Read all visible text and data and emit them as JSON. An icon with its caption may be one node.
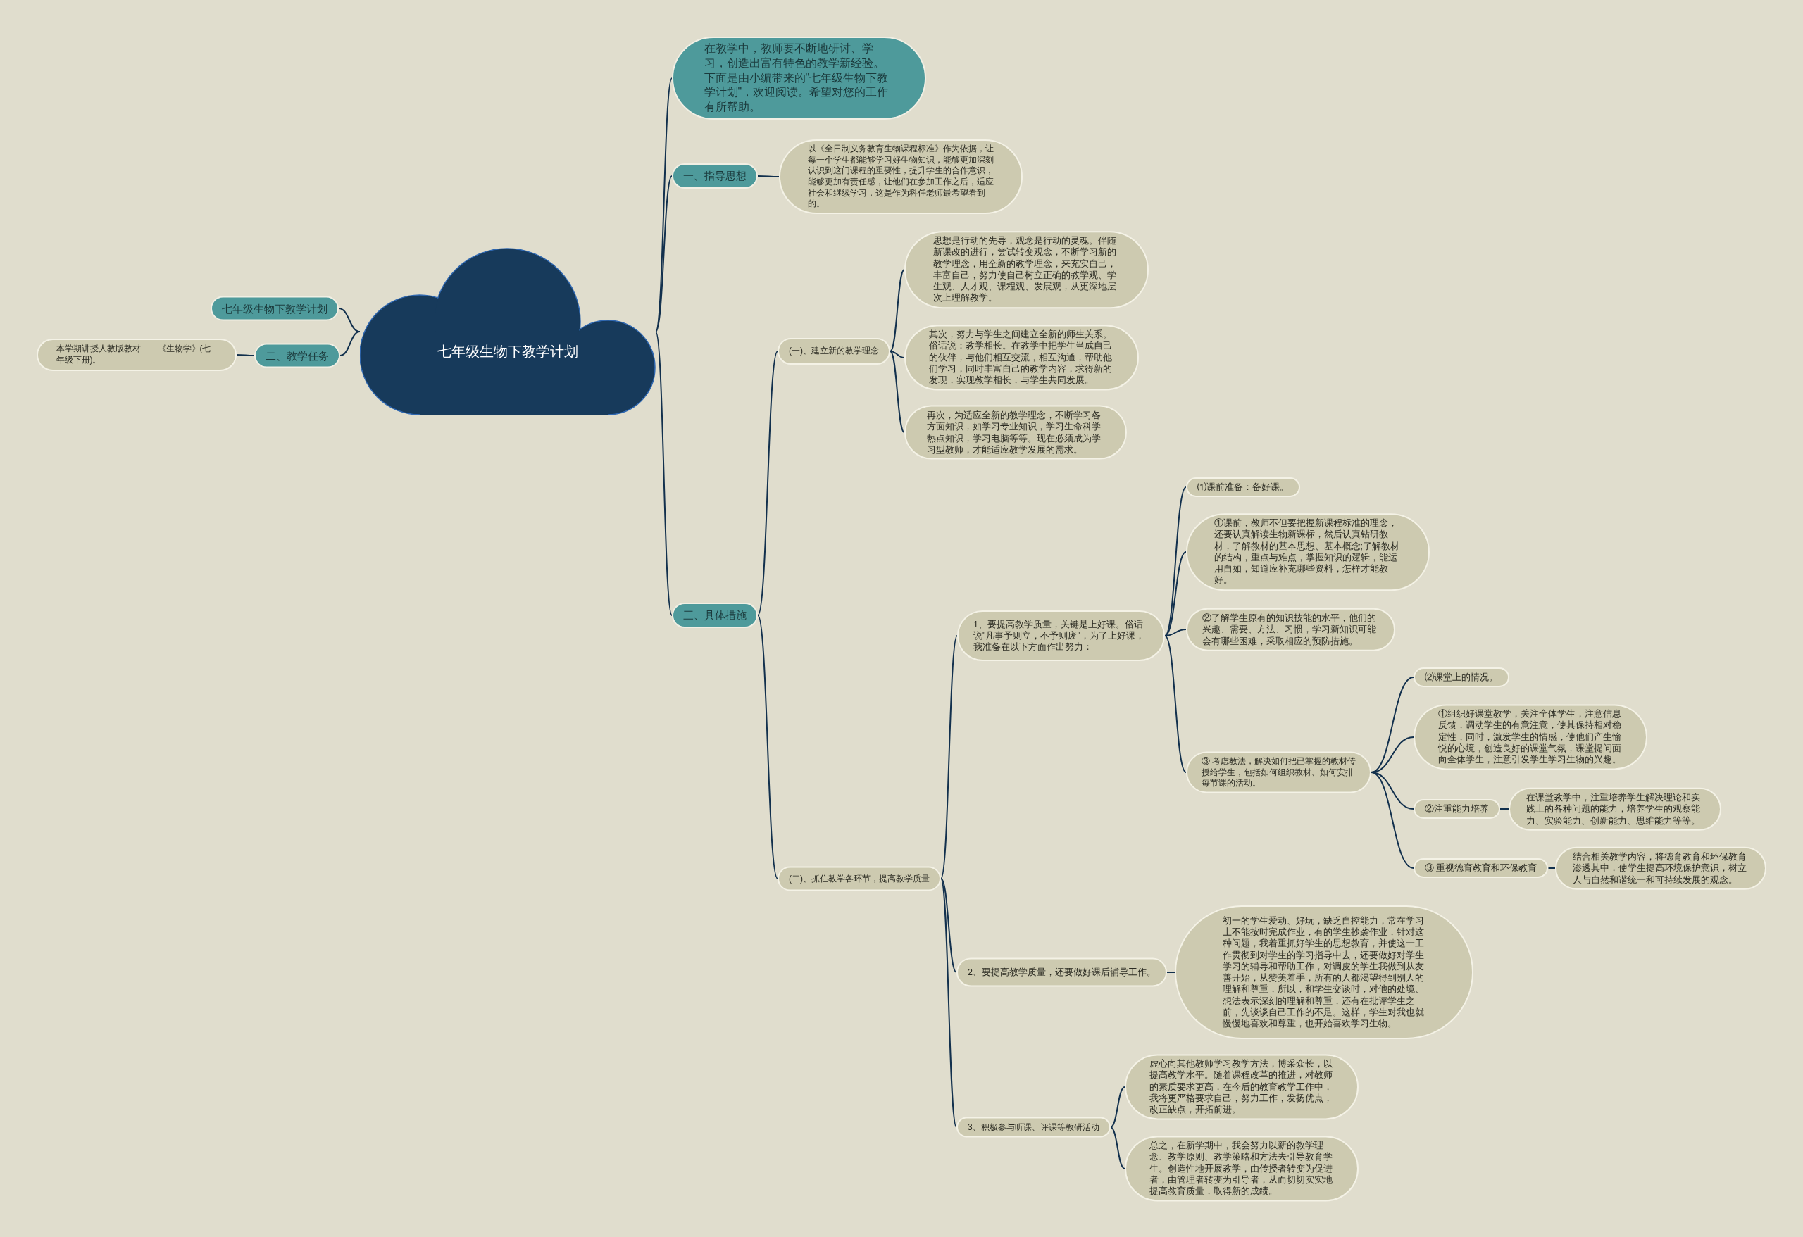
{
  "diagram": {
    "nodes": [
      {
        "text": [
          "七年级生物下教学计划"
        ]
      },
      {
        "text": [
          "七年级生物下教学计划"
        ]
      },
      {
        "text": [
          "二、教学任务"
        ]
      },
      {
        "text": [
          "本学期讲授人教版教材——《生物学》(七年级下册)。"
        ]
      },
      {
        "text": [
          "在教学中，教师要不断地研讨、学习，创造出富有特色的教学新经验。下面是由小编带来的\"七年级生物下教学计划\"，欢迎阅读。希望对您的工作有所帮助。"
        ]
      },
      {
        "text": [
          "一、指导思想"
        ]
      },
      {
        "text": [
          "以《全日制义务教育生物课程标准》作为依据，让每一个学生都能够学习好生物知识，能够更加深刻认识到这门课程的重要性，提升学生的合作意识，能够更加有责任感，让他们在参加工作之后，适应社会和继续学习，这是作为科任老师最希望看到的。"
        ]
      },
      {
        "text": [
          "三、具体措施"
        ]
      },
      {
        "text": [
          "(一)、建立新的教学理念"
        ]
      },
      {
        "text": [
          "思想是行动的先导，观念是行动的灵魂。伴随新课改的进行，尝试转变观念，不断学习新的教学理念，用全新的教学理念，来充实自己，丰富自己，努力使自己树立正确的教学观、学生观、人才观、课程观、发展观，从更深地层次上理解教学。"
        ]
      },
      {
        "text": [
          "其次，努力与学生之间建立全新的师生关系。俗话说：教学相长。在教学中把学生当成自己的伙伴，与他们相互交流，相互沟通，帮助他们学习，同时丰富自己的教学内容，求得新的发现，实现教学相长，与学生共同发展。"
        ]
      },
      {
        "text": [
          "再次，为适应全新的教学理念，不断学习各方面知识，如学习专业知识，学习生命科学热点知识，学习电脑等等。现在必须成为学习型教师，才能适应教学发展的需求。"
        ]
      },
      {
        "text": [
          "(二)、抓住教学各环节，提高教学质量"
        ]
      },
      {
        "text": [
          "1、要提高教学质量，关键是上好课。俗话说\"凡事予则立，不予则废\"，为了上好课，我准备在以下方面作出努力："
        ]
      },
      {
        "text": [
          "⑴课前准备：备好课。"
        ]
      },
      {
        "text": [
          "①课前，教师不但要把握新课程标准的理念，还要认真解读生物新课标，然后认真钻研教材，了解教材的基本思想、基本概念;了解教材的结构，重点与难点，掌握知识的逻辑，能运用自如，知道应补充哪些资料，怎样才能教好。"
        ]
      },
      {
        "text": [
          "②了解学生原有的知识技能的水平，他们的兴趣、需要、方法、习惯，学习新知识可能会有哪些困难，采取相应的预防措施。"
        ]
      },
      {
        "text": [
          "③ 考虑教法，解决如何把已掌握的教材传授给学生，包括如何组织教材、如何安排每节课的活动。"
        ]
      },
      {
        "text": [
          "⑵课堂上的情况。"
        ]
      },
      {
        "text": [
          "①组织好课堂教学，关注全体学生，注意信息反馈，调动学生的有意注意，使其保持相对稳定性，同时，激发学生的情感，使他们产生愉悦的心境，创造良好的课堂气氛，课堂提问面向全体学生，注意引发学生学习生物的兴趣。"
        ]
      },
      {
        "text": [
          "②注重能力培养"
        ]
      },
      {
        "text": [
          "在课堂教学中，注重培养学生解决理论和实践上的各种问题的能力，培养学生的观察能力、实验能力、创新能力、思维能力等等。"
        ]
      },
      {
        "text": [
          "③ 重视德育教育和环保教育"
        ]
      },
      {
        "text": [
          "结合相关教学内容，将德育教育和环保教育渗透其中，使学生提高环境保护意识，树立人与自然和谐统一和可持续发展的观念。"
        ]
      },
      {
        "text": [
          "2、要提高教学质量，还要做好课后辅导工作。"
        ]
      },
      {
        "text": [
          "初一的学生爱动、好玩，缺乏自控能力，常在学习上不能按时完成作业，有的学生抄袭作业，针对这种问题，我着重抓好学生的思想教育，并使这一工作贯彻到对学生的学习指导中去，还要做好对学生学习的辅导和帮助工作，对调皮的学生我做到从友善开始，从赞美着手，所有的人都渴望得到别人的理解和尊重，所以，和学生交谈时，对他的处境、想法表示深刻的理解和尊重，还有在批评学生之前，先谈谈自己工作的不足。这样，学生对我也就慢慢地喜欢和尊重，也开始喜欢学习生物。"
        ]
      },
      {
        "text": [
          "3、积极参与听课、评课等教研活动"
        ]
      },
      {
        "text": [
          "虚心向其他教师学习教学方法，博采众长，以提高教学水平。随着课程改革的推进，对教师的素质要求更高，在今后的教育教学工作中，我将更严格要求自己，努力工作，发扬优点，改正缺点，开拓前进。"
        ]
      },
      {
        "text": [
          "总之，在新学期中，我会努力以新的教学理念、教学原则、教学策略和方法去引导教育学生。创造性地开展教学，由传授者转变为促进者，由管理者转变为引导者，从而切切实实地提高教育质量，取得新的成绩。"
        ]
      }
    ],
    "edges": [
      {
        "from": 0,
        "to": 1,
        "arrow": "none"
      },
      {
        "from": 0,
        "to": 2,
        "arrow": "none"
      },
      {
        "from": 2,
        "to": 3,
        "arrow": "none"
      },
      {
        "from": 0,
        "to": 4,
        "arrow": "none"
      },
      {
        "from": 0,
        "to": 5,
        "arrow": "none"
      },
      {
        "from": 5,
        "to": 6,
        "arrow": "none"
      },
      {
        "from": 0,
        "to": 7,
        "arrow": "none"
      },
      {
        "from": 7,
        "to": 8,
        "arrow": "none"
      },
      {
        "from": 8,
        "to": 9,
        "arrow": "none"
      },
      {
        "from": 8,
        "to": 10,
        "arrow": "none"
      },
      {
        "from": 8,
        "to": 11,
        "arrow": "none"
      },
      {
        "from": 7,
        "to": 12,
        "arrow": "none"
      },
      {
        "from": 12,
        "to": 13,
        "arrow": "none"
      },
      {
        "from": 13,
        "to": 14,
        "arrow": "none"
      },
      {
        "from": 13,
        "to": 15,
        "arrow": "none"
      },
      {
        "from": 13,
        "to": 16,
        "arrow": "none"
      },
      {
        "from": 13,
        "to": 17,
        "arrow": "none"
      },
      {
        "from": 17,
        "to": 18,
        "arrow": "none"
      },
      {
        "from": 17,
        "to": 19,
        "arrow": "none"
      },
      {
        "from": 17,
        "to": 20,
        "arrow": "none"
      },
      {
        "from": 20,
        "to": 21,
        "arrow": "none"
      },
      {
        "from": 17,
        "to": 22,
        "arrow": "none"
      },
      {
        "from": 22,
        "to": 23,
        "arrow": "none"
      },
      {
        "from": 12,
        "to": 24,
        "arrow": "none"
      },
      {
        "from": 24,
        "to": 25,
        "arrow": "none"
      },
      {
        "from": 12,
        "to": 26,
        "arrow": "none"
      },
      {
        "from": 26,
        "to": 27,
        "arrow": "none"
      },
      {
        "from": 26,
        "to": 28,
        "arrow": "none"
      }
    ]
  }
}
